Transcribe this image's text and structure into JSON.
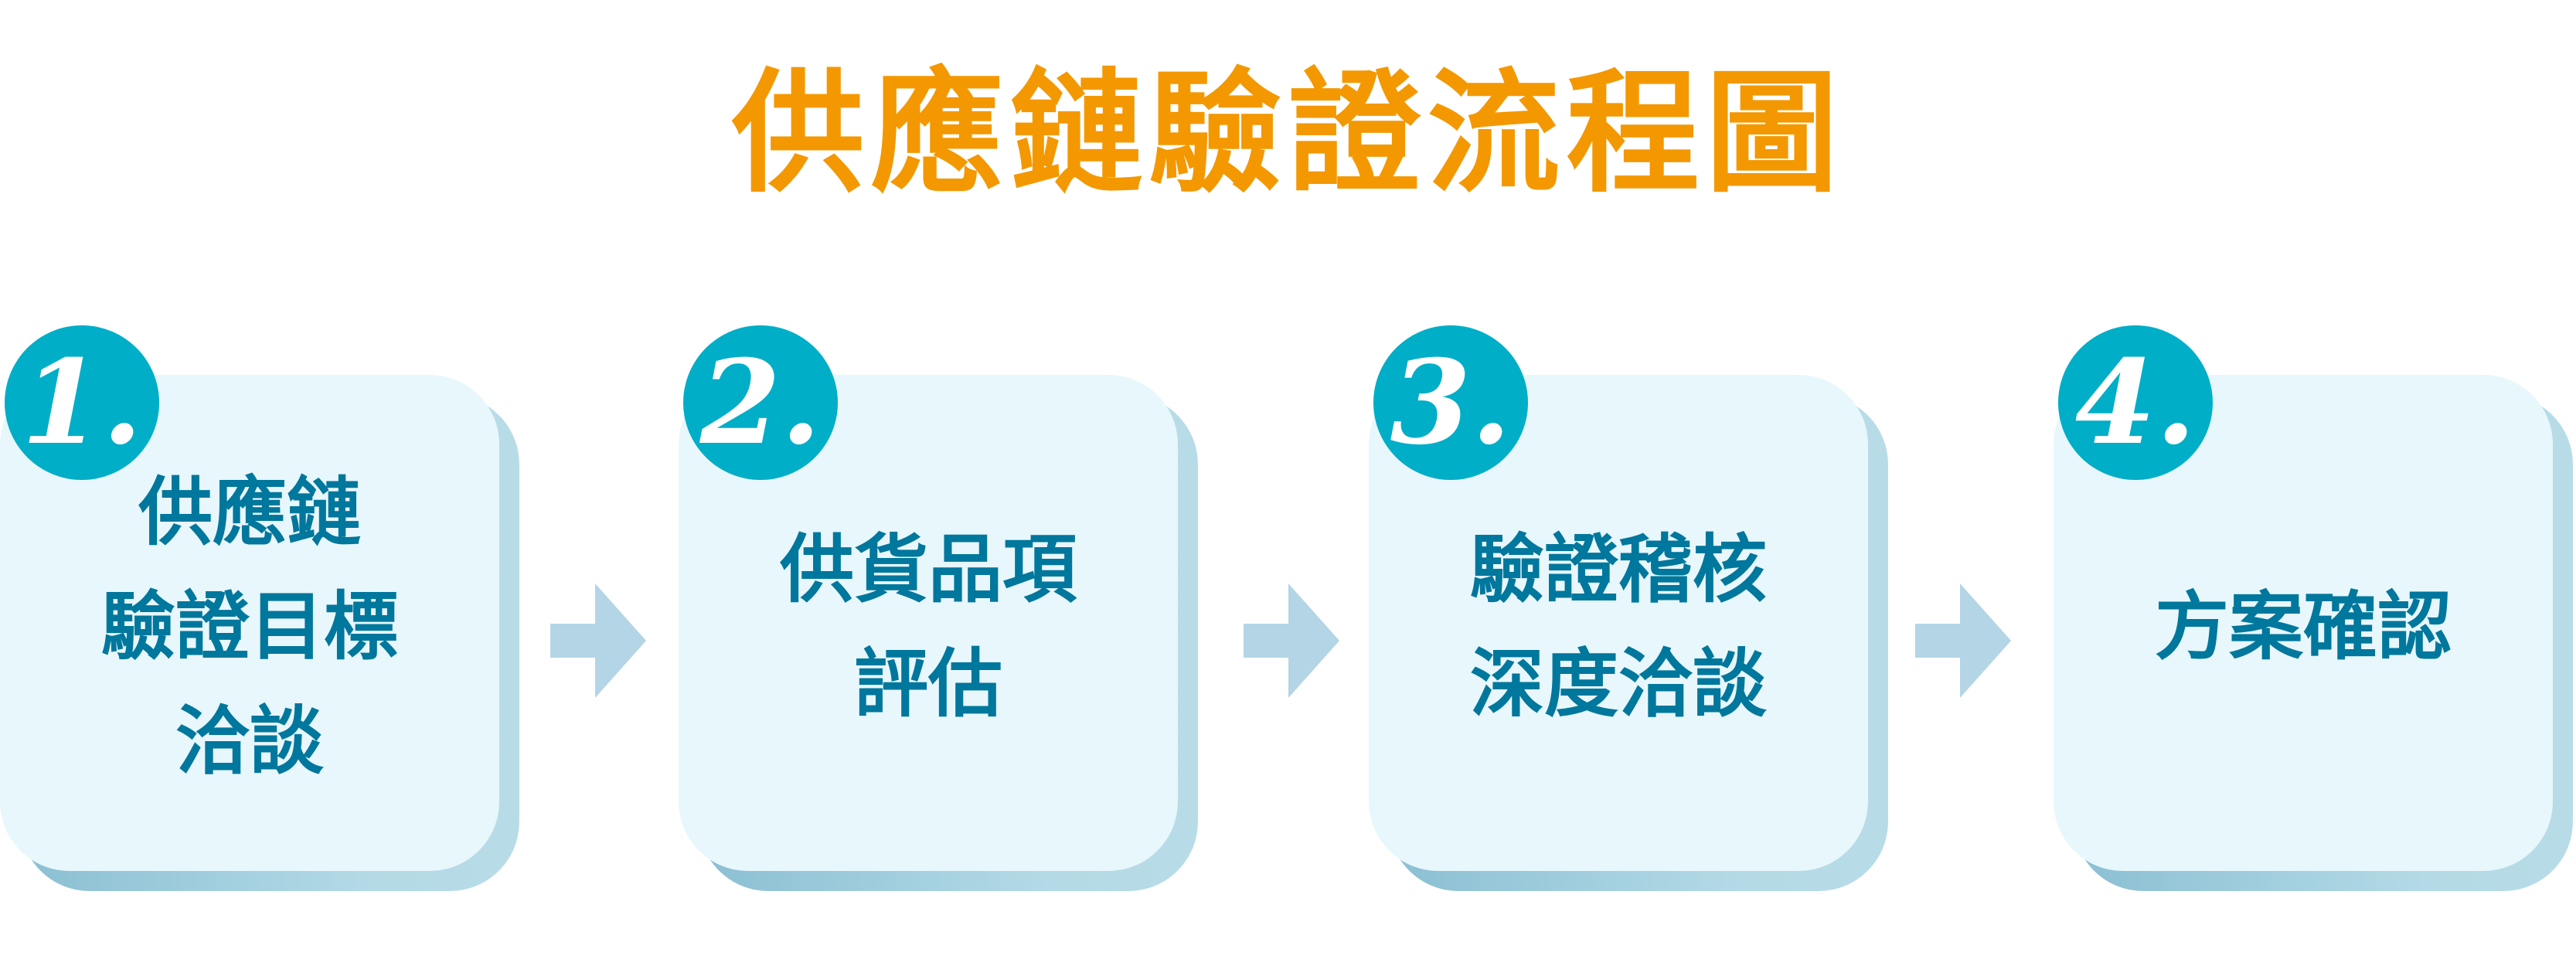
{
  "title": "供應鏈驗證流程圖",
  "colors": {
    "title": "#F39800",
    "badge": "#00AEC7",
    "text": "#00779C",
    "card": "#E8F7FC",
    "arrow": "#B3D5E6"
  },
  "steps": [
    {
      "number": "1.",
      "text": "供應鏈\n驗證目標\n洽談"
    },
    {
      "number": "2.",
      "text": "供貨品項\n評估"
    },
    {
      "number": "3.",
      "text": "驗證稽核\n深度洽談"
    },
    {
      "number": "4.",
      "text": "方案確認"
    }
  ],
  "arrow_icon": "arrow-right"
}
